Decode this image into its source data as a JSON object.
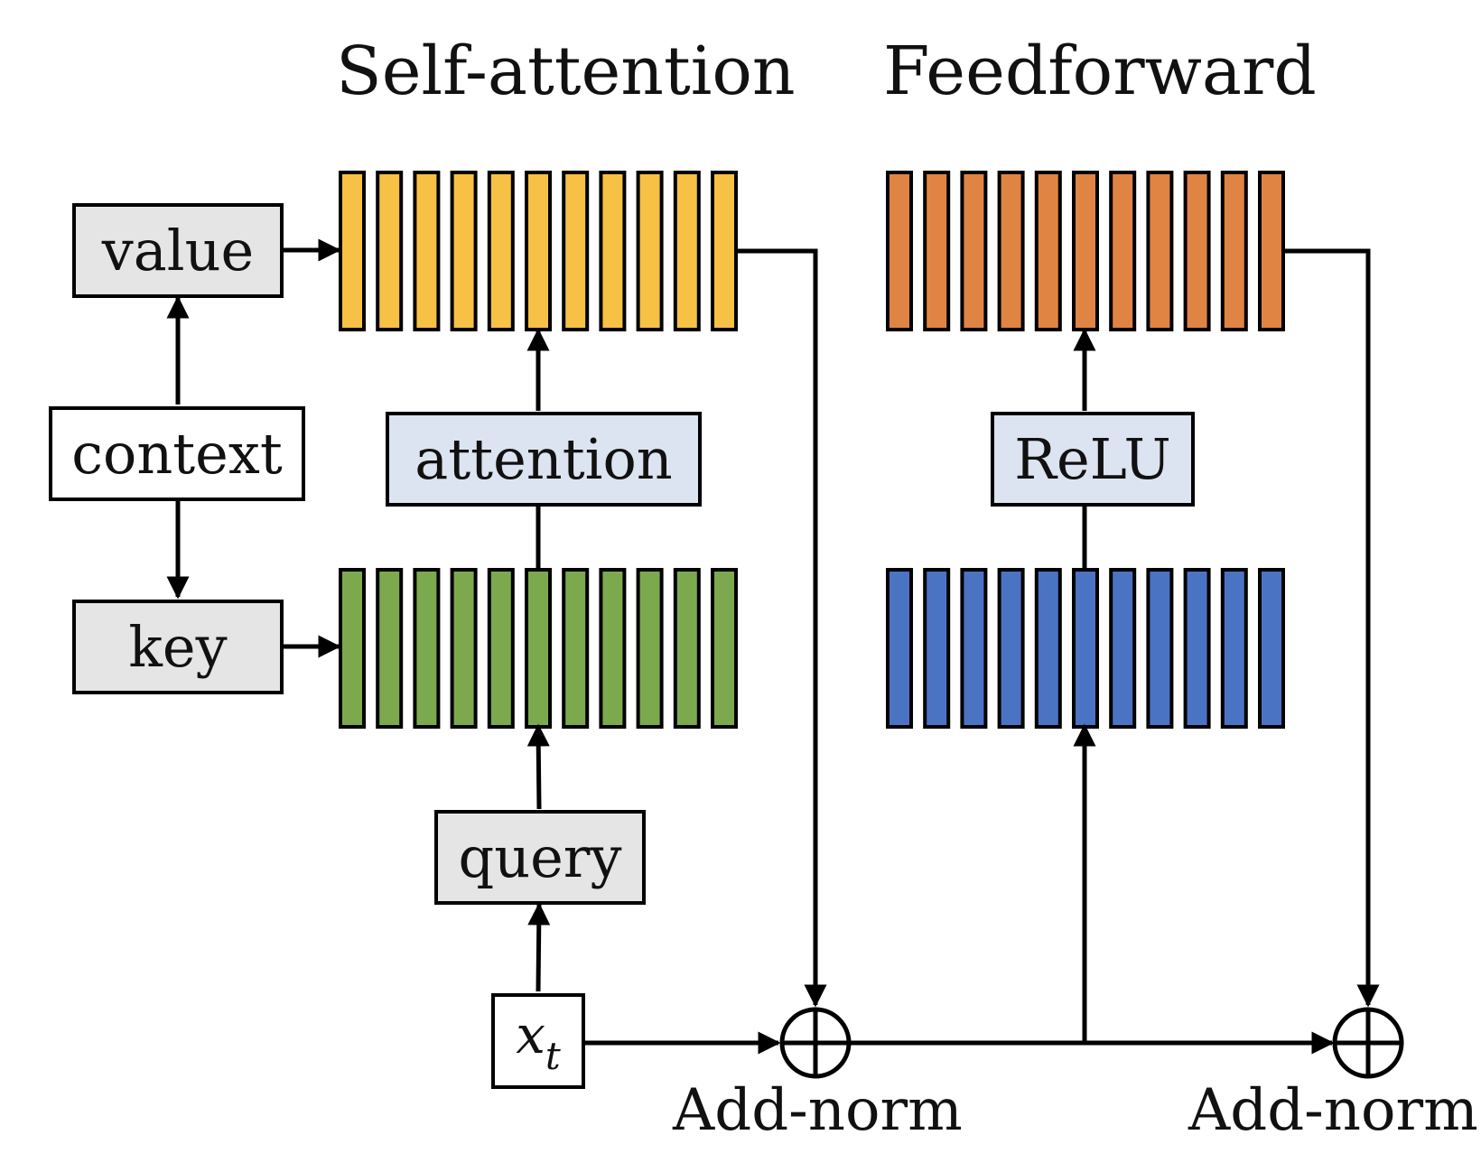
{
  "titles": {
    "self_attention": "Self-attention",
    "feedforward": "Feedforward"
  },
  "boxes": {
    "value": "value",
    "context": "context",
    "key": "key",
    "attention": "attention",
    "query": "query",
    "input_var": "x",
    "input_sub": "t",
    "relu": "ReLU"
  },
  "labels": {
    "add_norm_1": "Add-norm",
    "add_norm_2": "Add-norm"
  },
  "colors": {
    "value_vector": "#F6C144",
    "key_vector": "#7CA94E",
    "ff_output_vector": "#E08444",
    "ff_input_vector": "#4A73C3",
    "gray_box": "#E5E5E5",
    "blue_box": "#DCE3F1",
    "white_box": "#FFFFFF",
    "line": "#000000"
  },
  "vector_cells": 11
}
